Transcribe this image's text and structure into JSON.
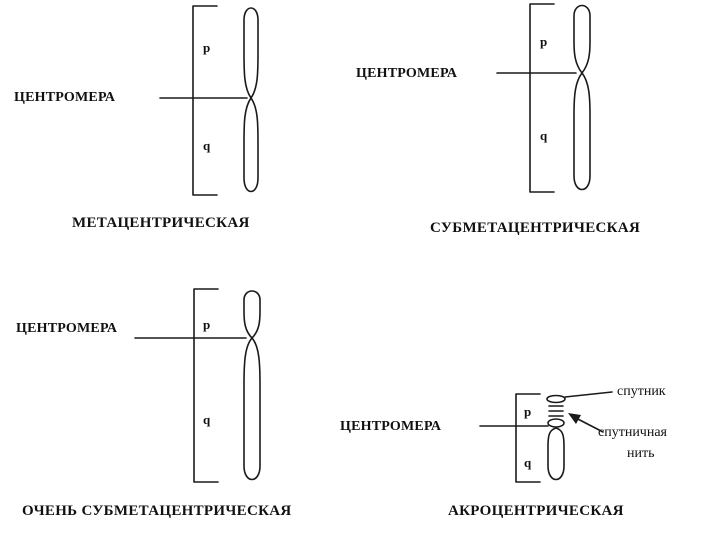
{
  "panels": [
    {
      "id": "metacentric",
      "centromere_label": "ЦЕНТРОМЕРА",
      "p_label": "p",
      "q_label": "q",
      "caption": "МЕТАЦЕНТРИЧЕСКАЯ"
    },
    {
      "id": "submetacentric",
      "centromere_label": "ЦЕНТРОМЕРА",
      "p_label": "p",
      "q_label": "q",
      "caption": "СУБМЕТАЦЕНТРИЧЕСКАЯ"
    },
    {
      "id": "very-submetacentric",
      "centromere_label": "ЦЕНТРОМЕРА",
      "p_label": "p",
      "q_label": "q",
      "caption": "ОЧЕНЬ  СУБМЕТАЦЕНТРИЧЕСКАЯ"
    },
    {
      "id": "acrocentric",
      "centromere_label": "ЦЕНТРОМЕРА",
      "p_label": "p",
      "q_label": "q",
      "caption": "АКРОЦЕНТРИЧЕСКАЯ",
      "satellite_label": "спутник",
      "satellite_stalk_label_1": "спутничная",
      "satellite_stalk_label_2": "нить"
    }
  ]
}
